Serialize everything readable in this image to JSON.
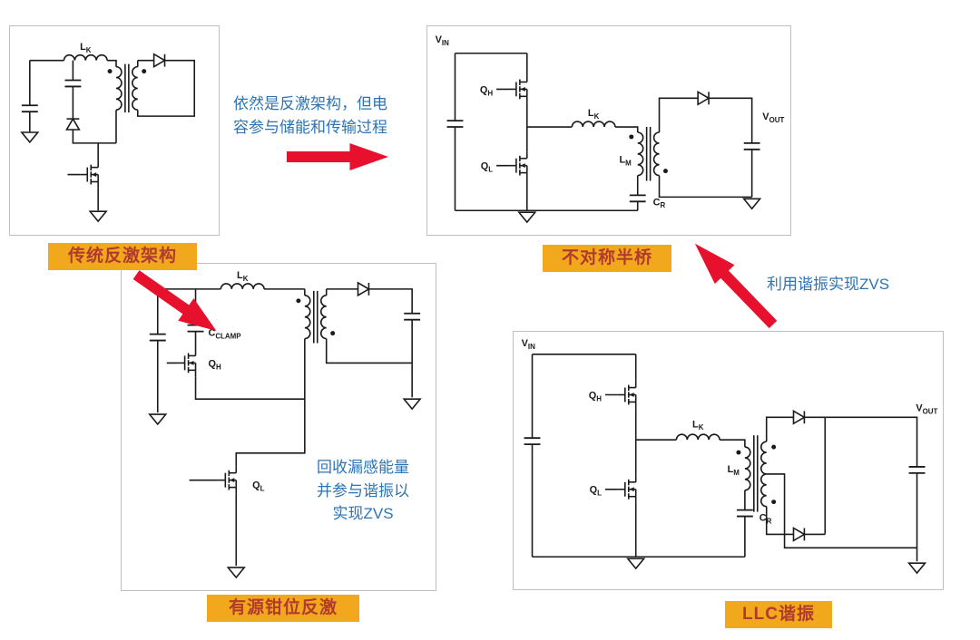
{
  "colors": {
    "badge_bg": "#F2A81D",
    "badge_text": "#B03A2E",
    "annotation_blue": "#2E74B5",
    "arrow_red": "#E8112D"
  },
  "badges": {
    "flyback": "传统反激架构",
    "ahb": "不对称半桥",
    "acf": "有源钳位反激",
    "llc": "LLC谐振"
  },
  "annotations": {
    "flyback_to_ahb": "依然是反激架构，但电\n容参与储能和传输过程",
    "llc_to_ahb": "利用谐振实现ZVS",
    "acf_note": "回收漏感能量\n并参与谐振以\n实现ZVS"
  },
  "symbols": {
    "vin": {
      "main": "V",
      "sub": "IN"
    },
    "vout": {
      "main": "V",
      "sub": "OUT"
    },
    "qh": {
      "main": "Q",
      "sub": "H"
    },
    "ql": {
      "main": "Q",
      "sub": "L"
    },
    "lk": {
      "main": "L",
      "sub": "K"
    },
    "lm": {
      "main": "L",
      "sub": "M"
    },
    "cr": {
      "main": "C",
      "sub": "R"
    },
    "cclamp": {
      "main": "C",
      "sub": "CLAMP"
    }
  }
}
